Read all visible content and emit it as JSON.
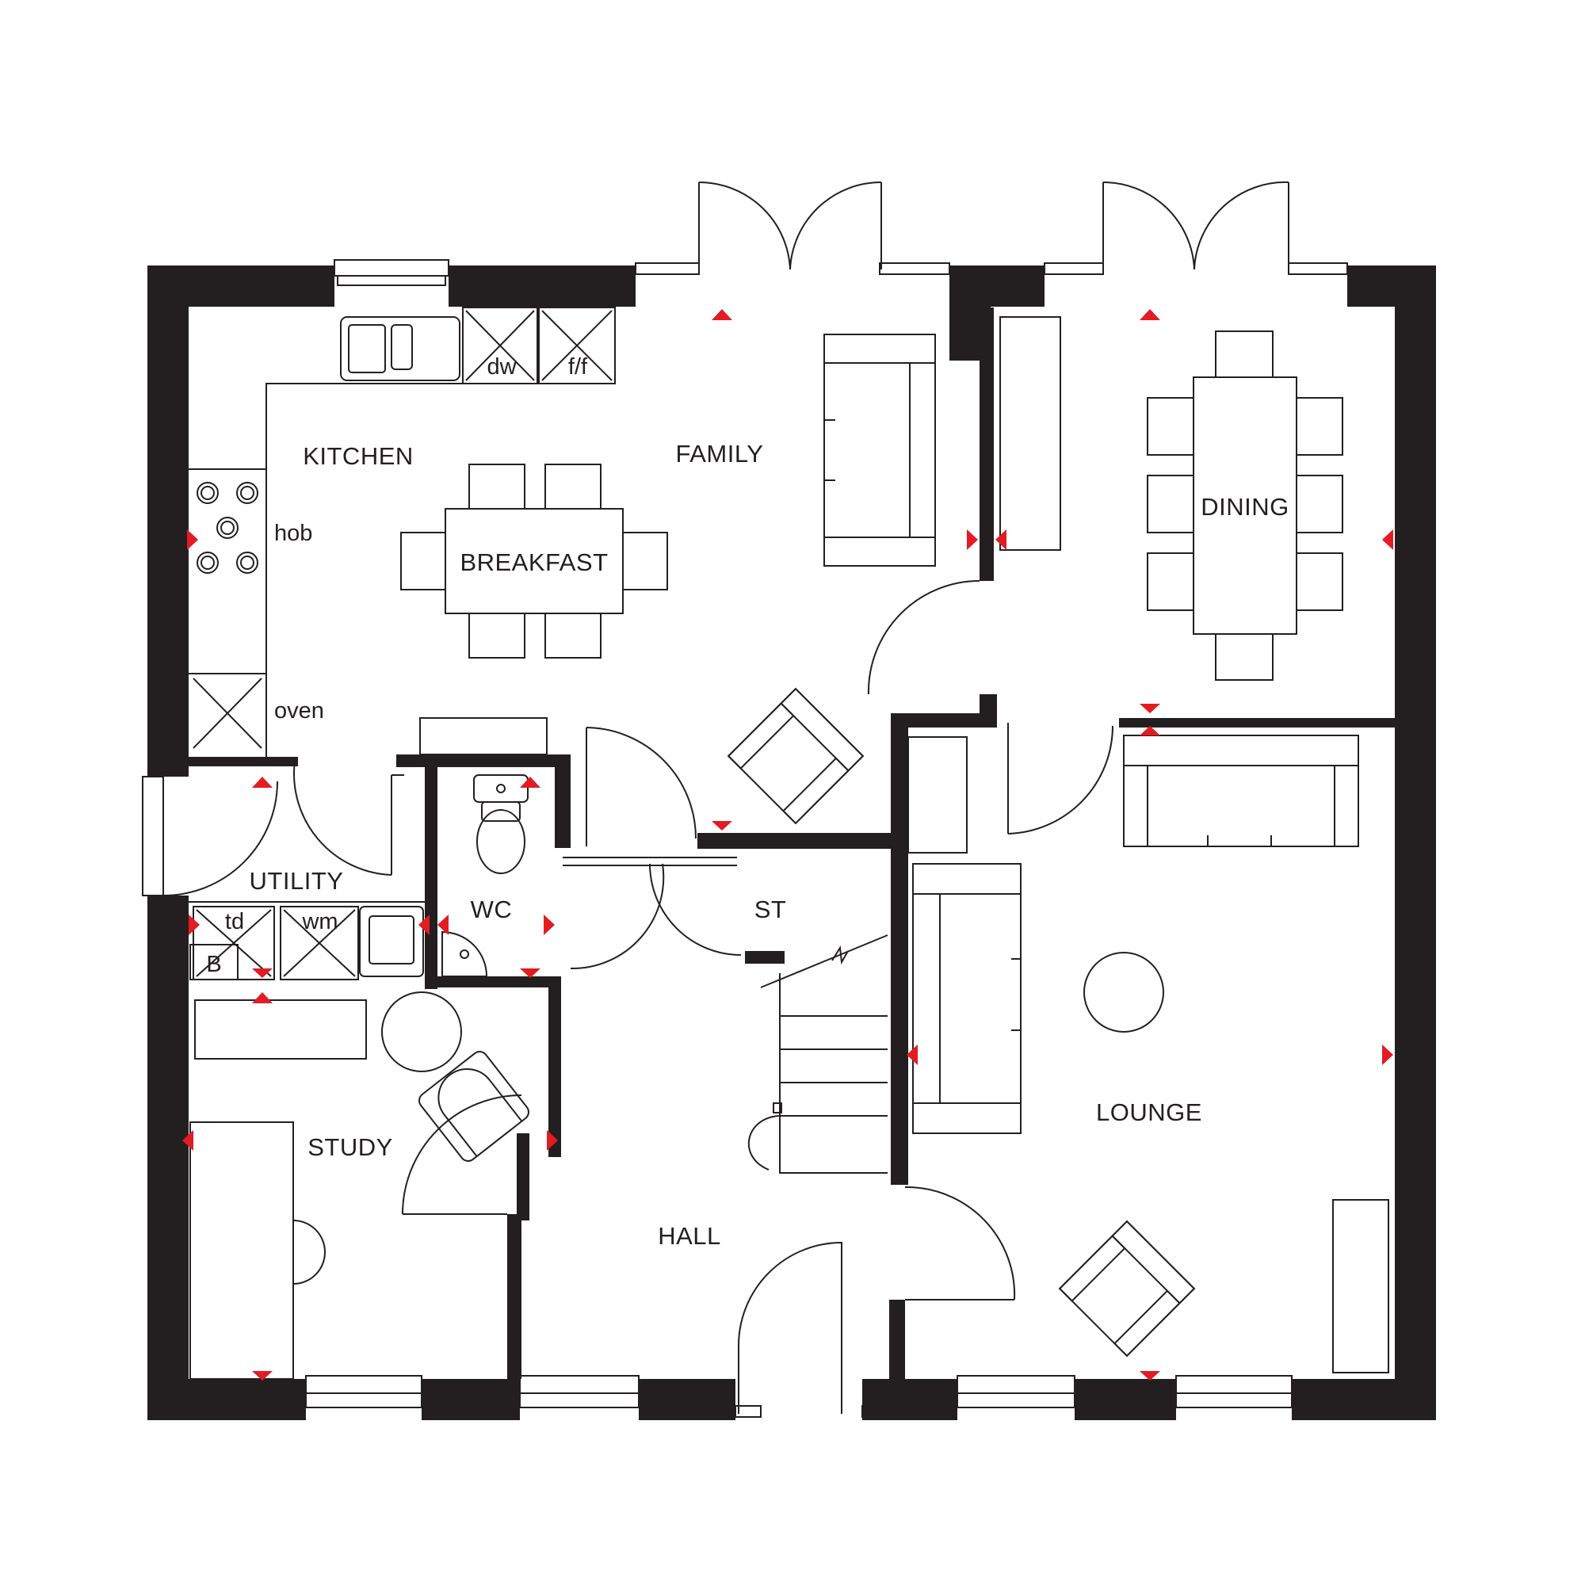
{
  "colors": {
    "wall": "#231f20",
    "marker": "#e31b23",
    "background": "#ffffff"
  },
  "rooms": {
    "kitchen": "KITCHEN",
    "family": "FAMILY",
    "breakfast": "BREAKFAST",
    "dining": "DINING",
    "utility": "UTILITY",
    "wc": "WC",
    "st": "ST",
    "study": "STUDY",
    "hall": "HALL",
    "lounge": "LOUNGE"
  },
  "appliances": {
    "dw": "dw",
    "ff": "f/f",
    "hob": "hob",
    "oven": "oven",
    "td": "td",
    "wm": "wm",
    "boiler": "B"
  }
}
